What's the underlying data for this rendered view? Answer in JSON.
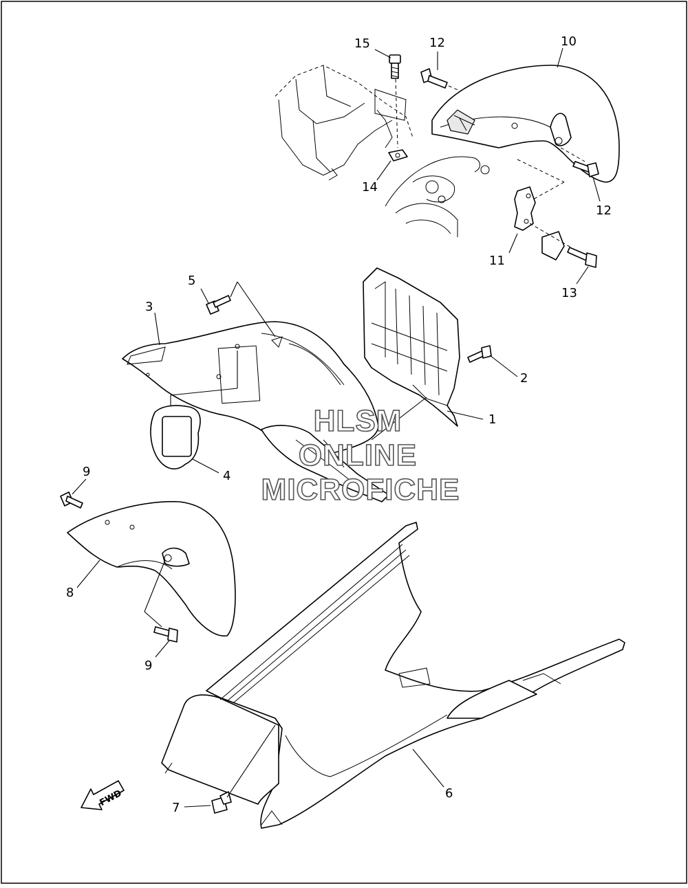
{
  "callouts": [
    {
      "id": "c1",
      "text": "1"
    },
    {
      "id": "c2",
      "text": "2"
    },
    {
      "id": "c3",
      "text": "3"
    },
    {
      "id": "c4",
      "text": "4"
    },
    {
      "id": "c5",
      "text": "5"
    },
    {
      "id": "c6",
      "text": "6"
    },
    {
      "id": "c7",
      "text": "7"
    },
    {
      "id": "c8",
      "text": "8"
    },
    {
      "id": "c9a",
      "text": "9"
    },
    {
      "id": "c9b",
      "text": "9"
    },
    {
      "id": "c10",
      "text": "10"
    },
    {
      "id": "c11",
      "text": "11"
    },
    {
      "id": "c12a",
      "text": "12"
    },
    {
      "id": "c12b",
      "text": "12"
    },
    {
      "id": "c13",
      "text": "13"
    },
    {
      "id": "c14",
      "text": "14"
    },
    {
      "id": "c15",
      "text": "15"
    }
  ],
  "watermark": {
    "line1": "HLSM",
    "line2": "ONLINE",
    "line3": "MICROFICHE"
  },
  "direction_badge": "FWD"
}
